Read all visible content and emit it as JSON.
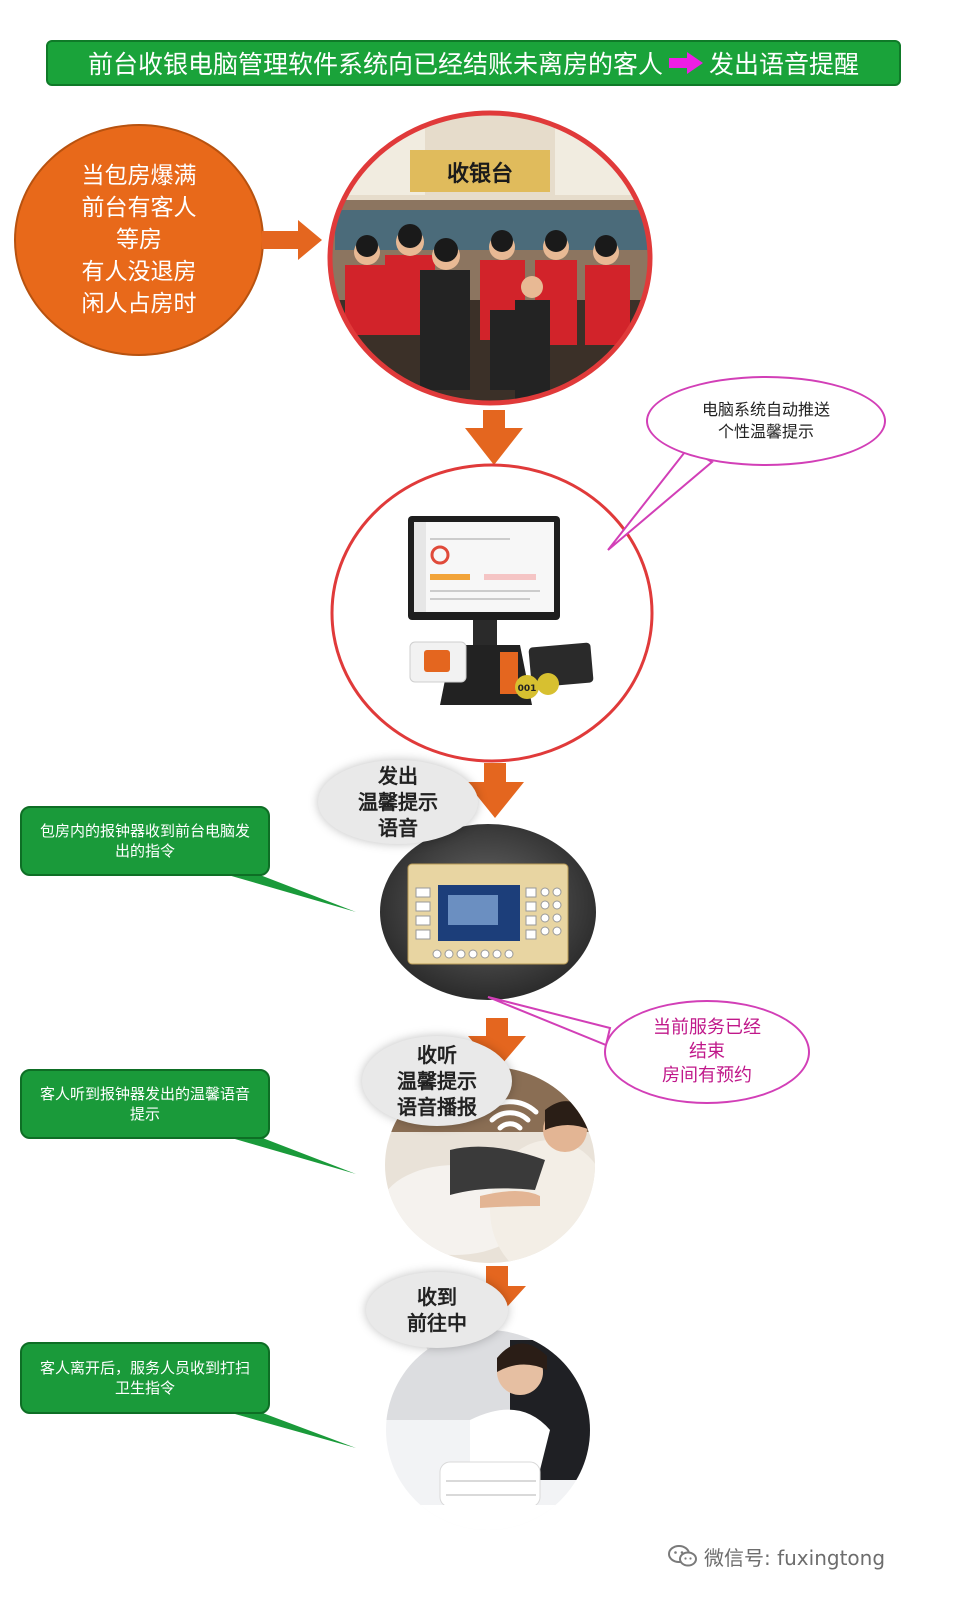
{
  "title": {
    "before": "前台收银电脑管理软件系统向已经结账未离房的客人",
    "after": "发出语音提醒",
    "arrow_color": "#ee1ee4"
  },
  "trigger": {
    "lines": [
      "当包房爆满",
      "前台有客人",
      "等房",
      "有人没退房",
      "闲人占房时"
    ]
  },
  "photo_cashier": {
    "sign_text": "收银台"
  },
  "bubble_push": {
    "lines": [
      "电脑系统自动推送",
      "个性温馨提示"
    ]
  },
  "pos_terminal": {
    "tag_text": "001"
  },
  "speech_send": {
    "lines": [
      "发出",
      "温馨提示",
      "语音"
    ]
  },
  "note_receive": {
    "text": "包房内的报钟器收到前台电脑发出的指令"
  },
  "bubble_service": {
    "lines": [
      "当前服务已经",
      "结束",
      "房间有预约"
    ]
  },
  "speech_listen": {
    "lines": [
      "收听",
      "温馨提示",
      "语音播报"
    ]
  },
  "note_hear": {
    "text": "客人听到报钟器发出的温馨语音提示"
  },
  "speech_done": {
    "lines": [
      "收到",
      "前往中"
    ]
  },
  "note_clean": {
    "text": "客人离开后，服务人员收到打扫卫生指令"
  },
  "watermark": {
    "text": "微信号: fuxingtong"
  },
  "colors": {
    "green": "#1a9a3a",
    "orange": "#e8691a",
    "arrow_orange": "#e4661f",
    "red_ring": "#e03a3a",
    "pink": "#d23fb7",
    "service_text": "#c0188a"
  }
}
